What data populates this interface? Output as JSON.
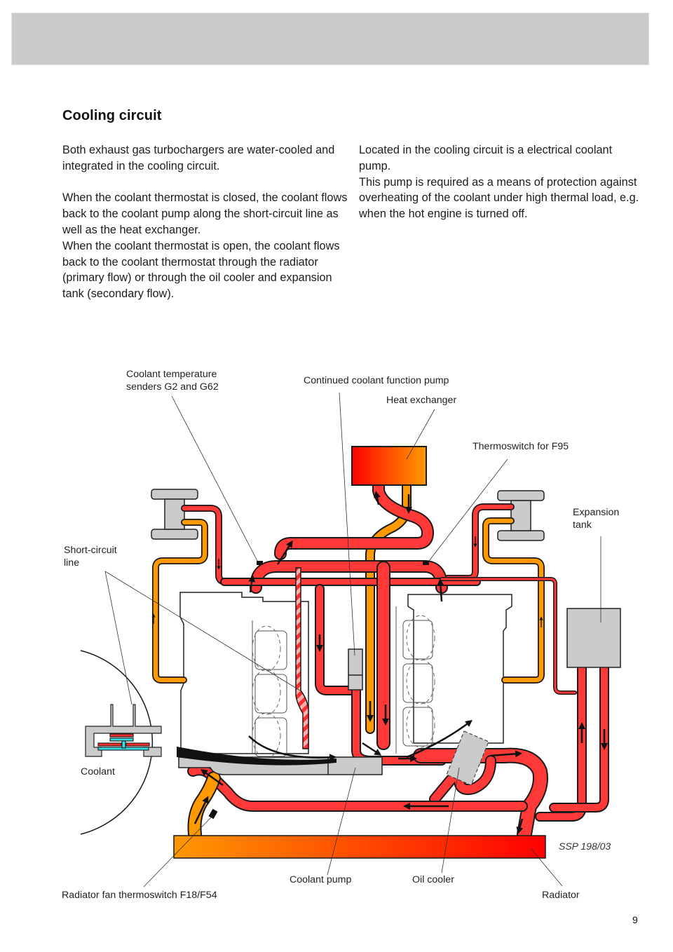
{
  "header": {
    "band": "grey-header-band"
  },
  "title": "Cooling circuit",
  "left_column": {
    "paragraphs": [
      "Both exhaust gas turbochargers are water-cooled and integrated in the cooling circuit.",
      "When the coolant thermostat is closed, the coolant flows back to the coolant pump along the short-circuit line as well as the heat exchanger.",
      "When the coolant thermostat is open, the coolant flows back to the coolant thermostat through the radiator (primary flow) or through the oil cooler and expansion tank (secondary flow)."
    ]
  },
  "right_column": {
    "paragraphs": [
      "Located in the cooling circuit is a electrical coolant pump.",
      "This pump is required as a means of protection against overheating of the coolant under high thermal load, e.g. when the hot engine is turned off."
    ]
  },
  "diagram": {
    "labels": {
      "temp_senders_line1": "Coolant temperature",
      "temp_senders_line2": "senders G2 and G62",
      "continued_pump": "Continued coolant function pump",
      "heat_exchanger": "Heat exchanger",
      "thermoswitch_f95": "Thermoswitch for F95",
      "expansion_tank_line1": "Expansion",
      "expansion_tank_line2": "tank",
      "short_circuit_line1": "Short-circuit",
      "short_circuit_line2": "line",
      "coolant": "Coolant",
      "coolant_pump": "Coolant pump",
      "oil_cooler": "Oil cooler",
      "radiator_fan_thermoswitch": "Radiator fan thermoswitch F18/F54",
      "radiator": "Radiator"
    },
    "figure_id": "SSP 198/03",
    "colors": {
      "hot_coolant": "#ff3838",
      "cool_coolant": "#ff9900",
      "component_grey": "#cbcbcb",
      "valve_cyan": "#33e0e8",
      "outline": "#1a1a1a"
    }
  },
  "page_number": "9"
}
